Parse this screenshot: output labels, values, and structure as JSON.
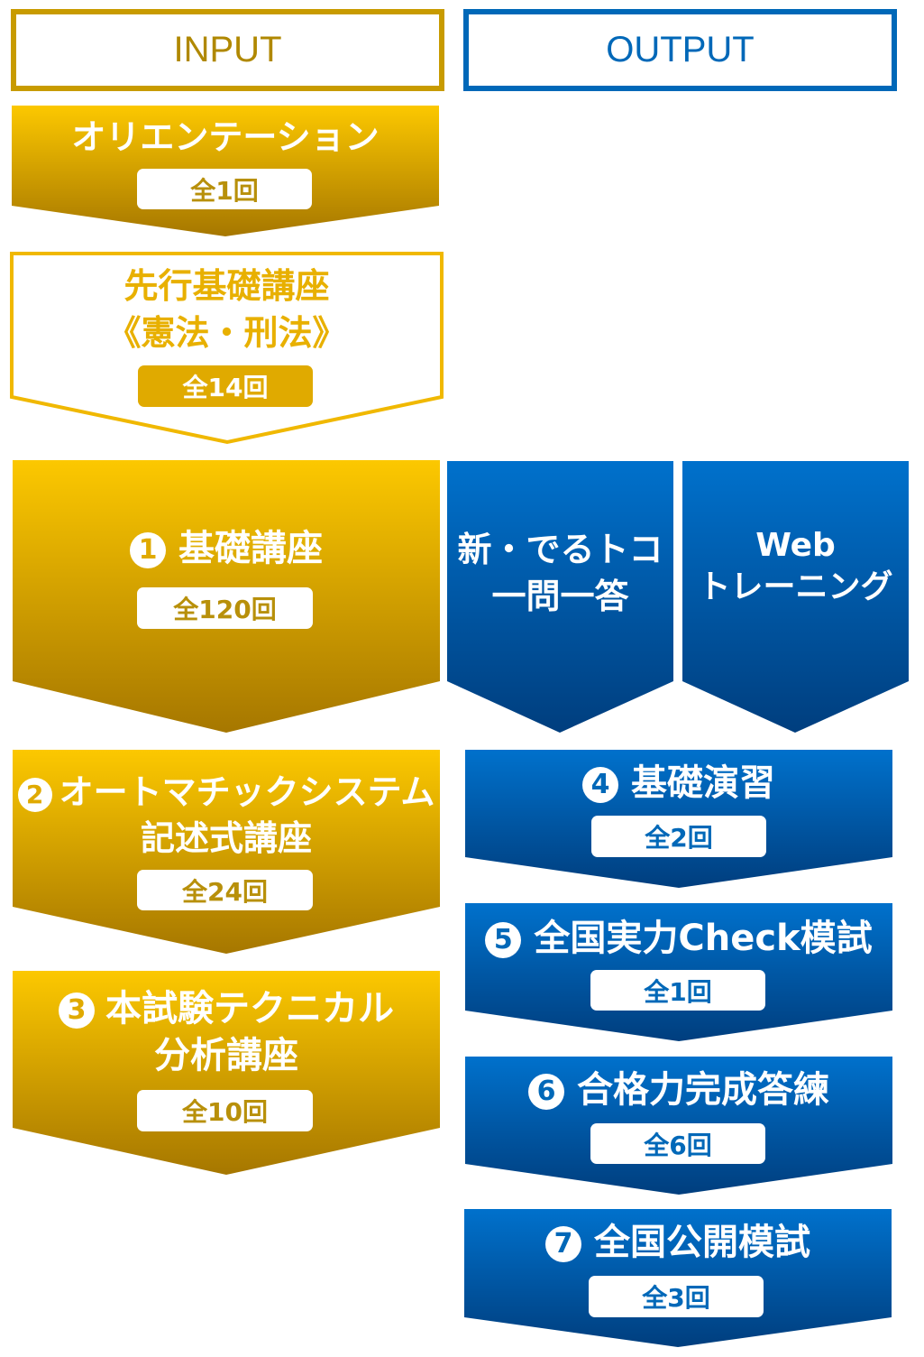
{
  "headers": {
    "input": "INPUT",
    "output": "OUTPUT"
  },
  "colors": {
    "gold_top": "#fcc800",
    "gold_bottom": "#a67700",
    "blue_top": "#0071cc",
    "blue_bottom": "#003e7e",
    "gold_border": "#c89b00",
    "blue_border": "#0068b8"
  },
  "input": [
    {
      "title": "オリエンテーション",
      "count": "全1回"
    },
    {
      "title_lines": [
        "先行基礎講座",
        "《憲法・刑法》"
      ],
      "count": "全14回"
    },
    {
      "number": "1",
      "title": "基礎講座",
      "count": "全120回"
    },
    {
      "number": "2",
      "title_lines": [
        "オートマチックシステム",
        "記述式講座"
      ],
      "count": "全24回"
    },
    {
      "number": "3",
      "title_lines": [
        "本試験テクニカル",
        "分析講座"
      ],
      "count": "全10回"
    }
  ],
  "output_top": [
    {
      "title_lines": [
        "新・でるトコ",
        "一問一答"
      ]
    },
    {
      "title_lines": [
        "Web",
        "トレーニング"
      ]
    }
  ],
  "output": [
    {
      "number": "4",
      "title": "基礎演習",
      "count": "全2回"
    },
    {
      "number": "5",
      "title": "全国実力Check模試",
      "count": "全1回"
    },
    {
      "number": "6",
      "title": "合格力完成答練",
      "count": "全6回"
    },
    {
      "number": "7",
      "title": "全国公開模試",
      "count": "全3回"
    }
  ]
}
